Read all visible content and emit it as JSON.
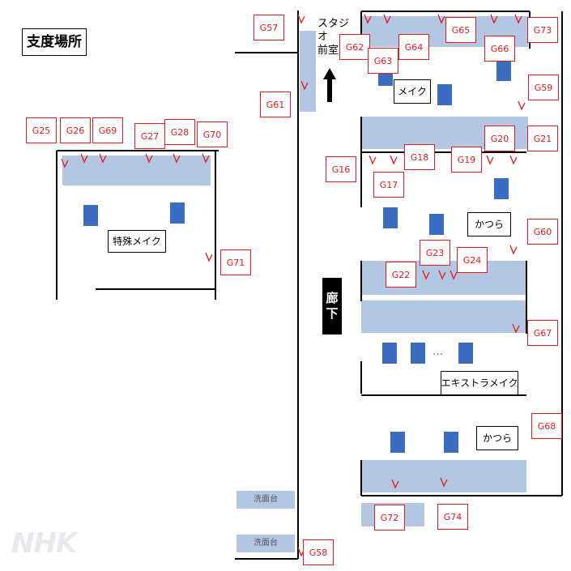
{
  "title": "支度場所",
  "labels": {
    "studio_front": [
      "スタジオ",
      "前室"
    ],
    "corridor": [
      "廊",
      "下"
    ],
    "makeup": "メイク",
    "special_makeup": "特殊メイク",
    "wig_upper": "かつら",
    "extra_makeup": "エキストラメイク",
    "wig_lower": "かつら",
    "sink_1": "洗面台",
    "sink_2": "洗面台",
    "ellipsis": "…"
  },
  "tags": [
    "G25",
    "G26",
    "G69",
    "G27",
    "G28",
    "G70",
    "G71",
    "G57",
    "G61",
    "G62",
    "G63",
    "G64",
    "G65",
    "G66",
    "G73",
    "G59",
    "G16",
    "G17",
    "G18",
    "G19",
    "G20",
    "G21",
    "G22",
    "G23",
    "G24",
    "G60",
    "G67",
    "G68",
    "G72",
    "G74",
    "G58"
  ],
  "logo": "NHK",
  "colors": {
    "counter": "#b3c6e4",
    "chair": "#3c6cc0",
    "tag": "#e41a1c",
    "wall": "#000000"
  }
}
